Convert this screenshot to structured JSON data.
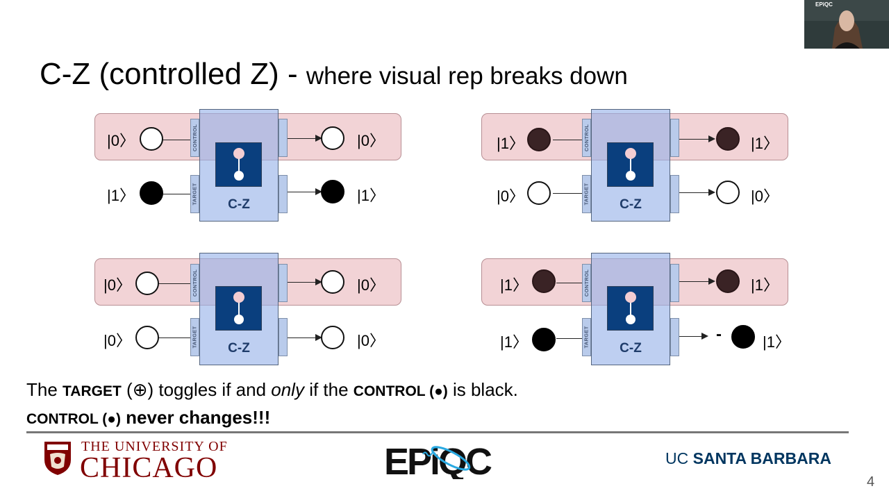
{
  "title": {
    "main": "C-Z (controlled Z) - ",
    "sub": "where visual rep breaks down"
  },
  "diagram": {
    "control_tab_label": "CONTROL",
    "target_tab_label": "TARGET",
    "gate_label": "C-Z",
    "panels": [
      {
        "control_in": "|0〉",
        "control_out": "|0〉",
        "target_in": "|1〉",
        "target_out": "|1〉",
        "control_state": "0",
        "target_state": "1",
        "phase_sign": ""
      },
      {
        "control_in": "|1〉",
        "control_out": "|1〉",
        "target_in": "|0〉",
        "target_out": "|0〉",
        "control_state": "1",
        "target_state": "0",
        "phase_sign": ""
      },
      {
        "control_in": "|0〉",
        "control_out": "|0〉",
        "target_in": "|0〉",
        "target_out": "|0〉",
        "control_state": "0",
        "target_state": "0",
        "phase_sign": ""
      },
      {
        "control_in": "|1〉",
        "control_out": "|1〉",
        "target_in": "|1〉",
        "target_out": "|1〉",
        "control_state": "1",
        "target_state": "1",
        "phase_sign": "-"
      }
    ]
  },
  "caption": {
    "line1_a": "The ",
    "line1_target": "TARGET",
    "line1_b": " (⊕) toggles if and ",
    "line1_only": "only",
    "line1_c": " if the ",
    "line1_control": "CONTROL (●)",
    "line1_d": " is black.",
    "line2_control": "CONTROL (●)",
    "line2_rest": " never changes!!!"
  },
  "footer": {
    "uchicago_top": "THE UNIVERSITY OF",
    "uchicago_bottom": "CHICAGO",
    "epiqc": "EPiQC",
    "ucsb_uc": "UC ",
    "ucsb_sb": "SANTA BARBARA",
    "page_number": "4"
  },
  "webcam": {
    "label": "EPiQC"
  },
  "colors": {
    "control_band": "#f2d3d6",
    "gate_blue": "#96b2e8",
    "inner_navy": "#0a3f7e",
    "uchicago_maroon": "#800000",
    "ucsb_navy": "#003660"
  }
}
